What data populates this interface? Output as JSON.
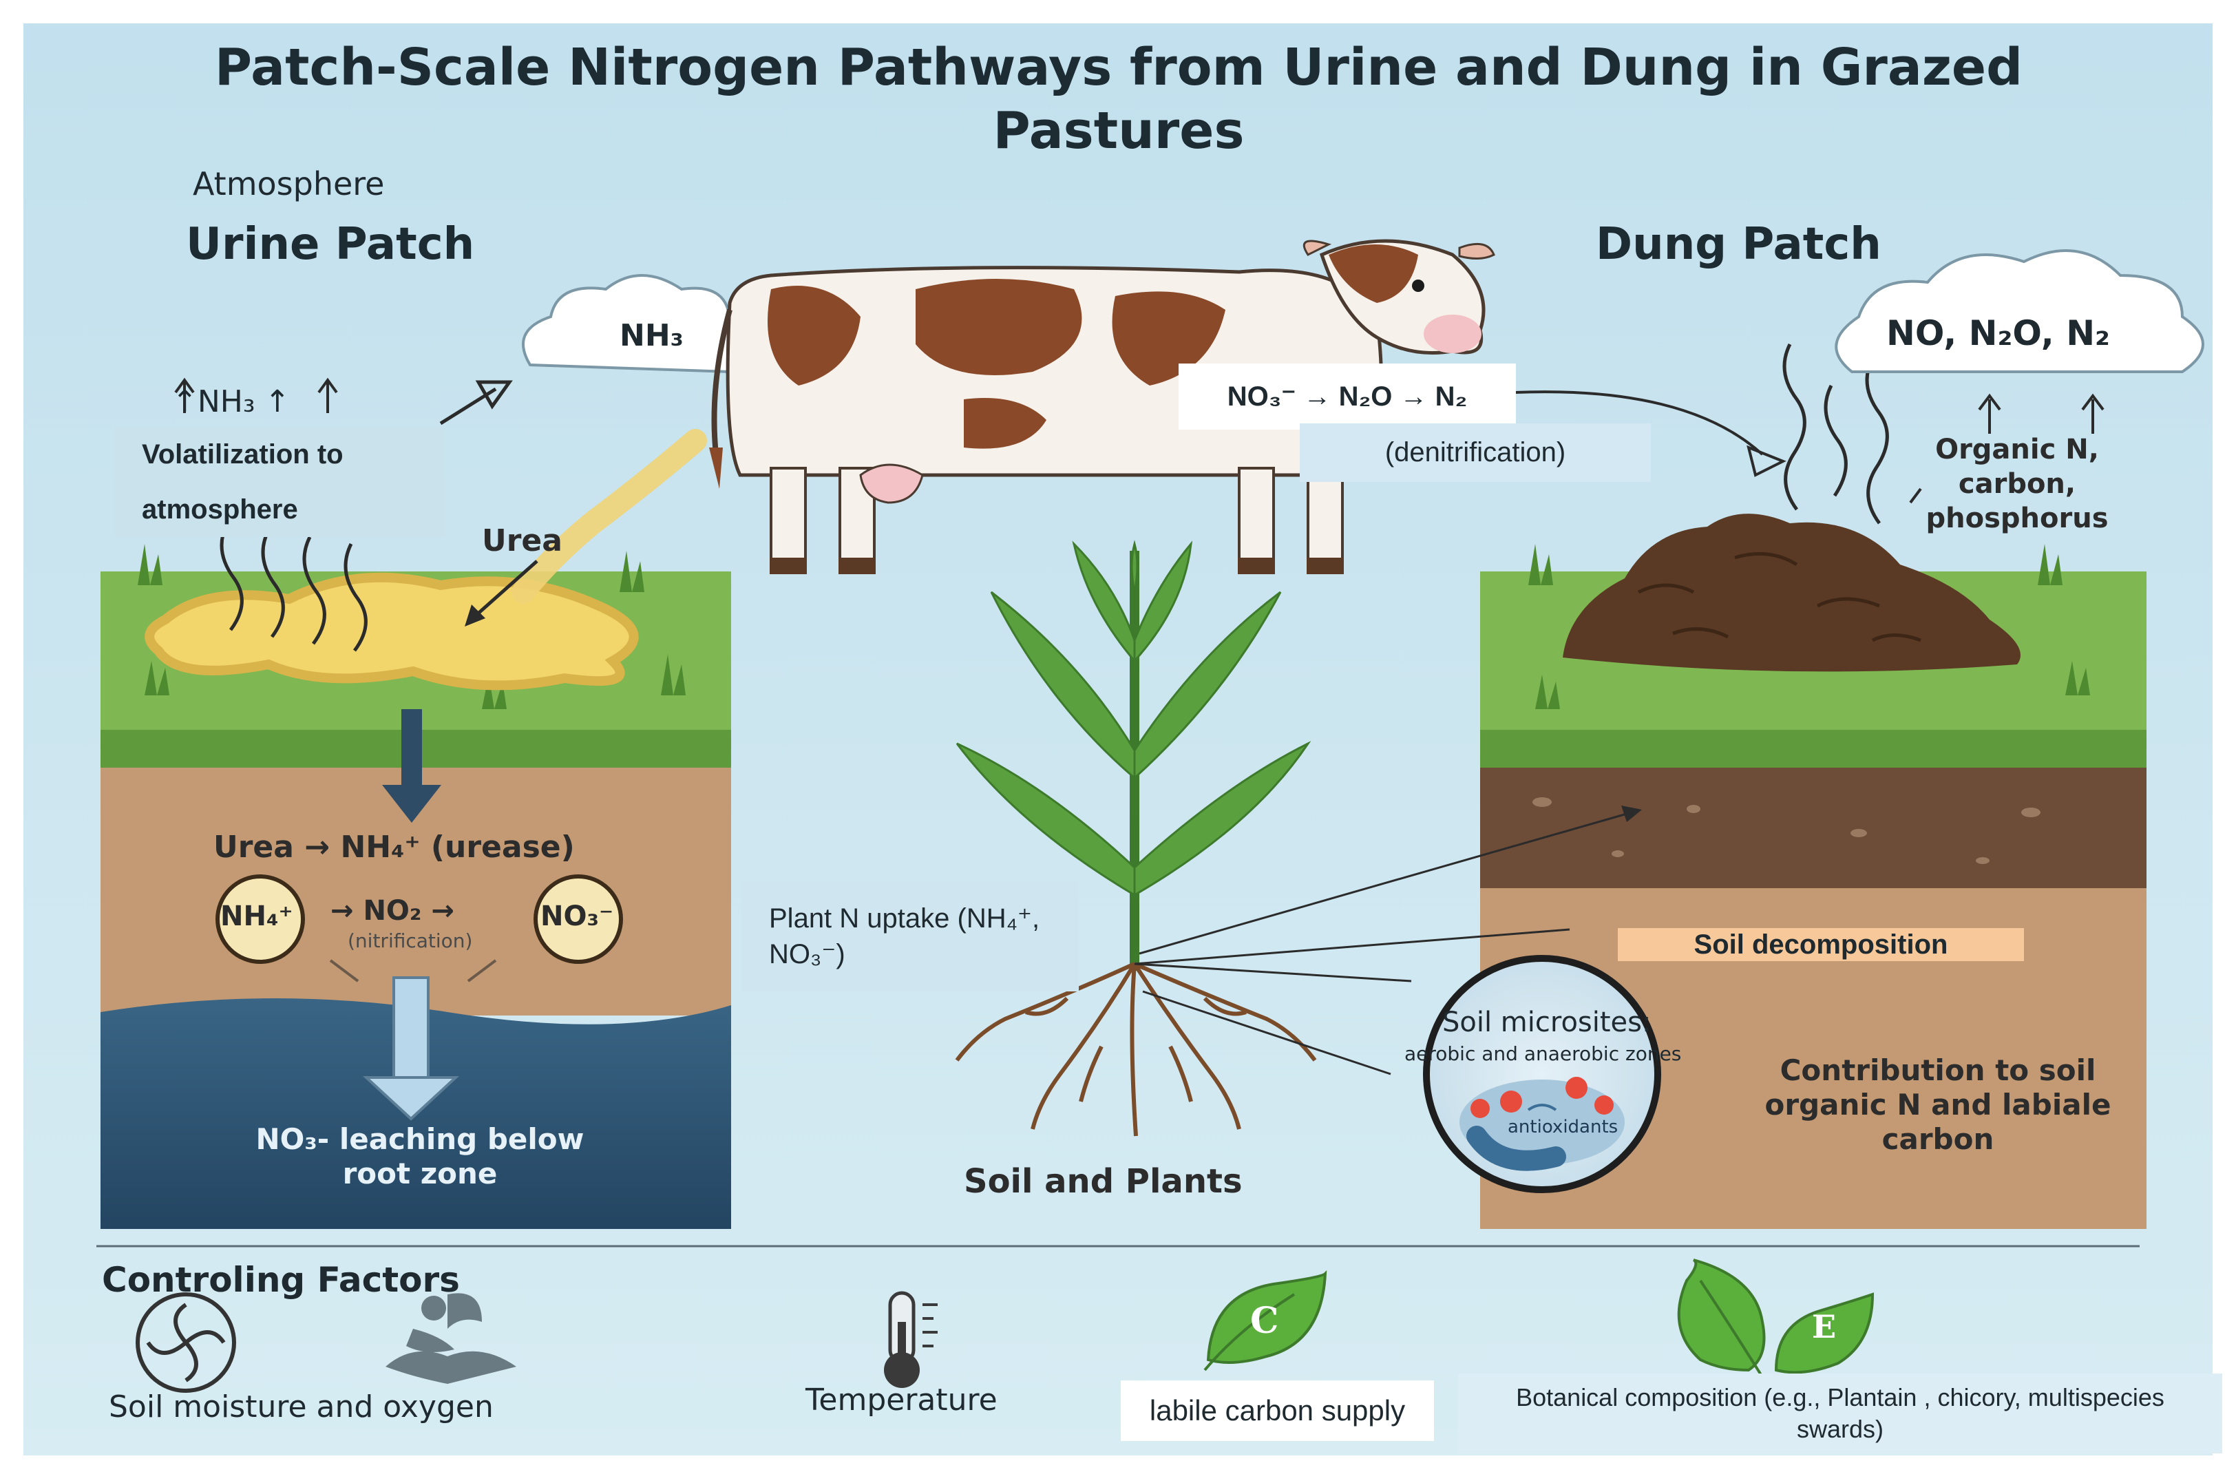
{
  "title": "Patch-Scale Nitrogen Pathways from Urine and Dung in Grazed Pastures",
  "atmosphere_label": "Atmosphere",
  "urine_patch": {
    "heading": "Urine Patch",
    "cloud_label": "NH₃",
    "nh3_arrows_label": "↑NH₃ ↑",
    "volatilization_label": "Volatilization to atmosphere",
    "urea_label": "Urea",
    "urease_label": "Urea → NH₄⁺ (urease)",
    "nh4_label": "NH₄⁺",
    "no2_label": "→ NO₂ →",
    "nitrification_label": "(nitrification)",
    "no3_label": "NO₃⁻",
    "leaching_label": "NO₃- leaching below root zone"
  },
  "denitrification": {
    "equation": "NO₃⁻ → N₂O → N₂",
    "label": "(denitrification)"
  },
  "dung_patch": {
    "heading": "Dung Patch",
    "cloud_label": "NO, N₂O, N₂",
    "organic_label": "Organic N, carbon, phosphorus",
    "decomposition_label": "Soil decomposition",
    "contribution_label": "Contribution to soil organic N and labiale carbon"
  },
  "center": {
    "uptake_label": "Plant N uptake (NH₄⁺, NO₃⁻)",
    "soil_plants_label": "Soil and Plants",
    "microsites_title": "Soil microsites:",
    "microsites_sub": "aerobic and anaerobic zones",
    "microsites_inner": "antioxidants"
  },
  "controlling_factors": {
    "heading": "Controling Factors",
    "moisture_label": "Soil moisture and oxygen",
    "temperature_label": "Temperature",
    "carbon_label": "labile carbon supply",
    "carbon_icon_letter": "C",
    "botanical_label": "Botanical composition (e.g., Plantain , chicory, multispecies swards)",
    "botanical_icon_letter": "E"
  },
  "colors": {
    "sky": "#c6e2ee",
    "grass": "#6fae45",
    "soil": "#c49a74",
    "water": "#2d5270",
    "dung": "#5a3a24",
    "urine": "#f2d66b"
  }
}
